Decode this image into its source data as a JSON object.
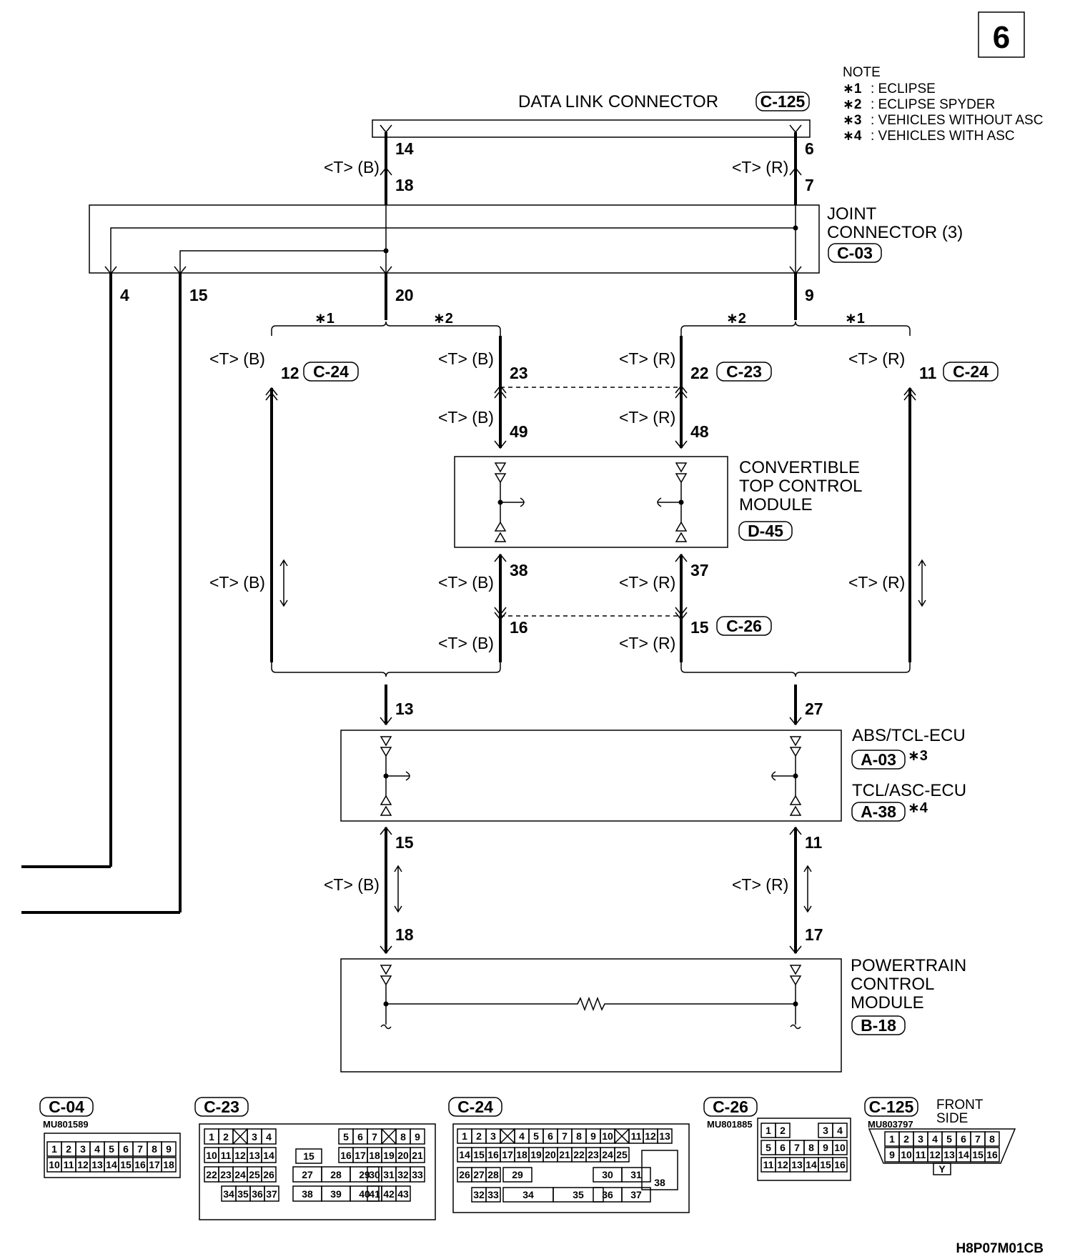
{
  "page_number": "6",
  "note": {
    "title": "NOTE",
    "items": [
      {
        "mark": "∗1",
        "text": ": ECLIPSE"
      },
      {
        "mark": "∗2",
        "text": ": ECLIPSE SPYDER"
      },
      {
        "mark": "∗3",
        "text": ": VEHICLES WITHOUT ASC"
      },
      {
        "mark": "∗4",
        "text": ": VEHICLES WITH ASC"
      }
    ]
  },
  "components": {
    "dlc": {
      "name": "DATA LINK CONNECTOR",
      "code": "C-125"
    },
    "joint": {
      "name_line1": "JOINT",
      "name_line2": "CONNECTOR (3)",
      "code": "C-03"
    },
    "ctcm": {
      "name_line1": "CONVERTIBLE",
      "name_line2": "TOP CONTROL",
      "name_line3": "MODULE",
      "code": "D-45"
    },
    "abs": {
      "name": "ABS/TCL-ECU",
      "code": "A-03",
      "mark": "∗3"
    },
    "tcl": {
      "name": "TCL/ASC-ECU",
      "code": "A-38",
      "mark": "∗4"
    },
    "pcm": {
      "name_line1": "POWERTRAIN",
      "name_line2": "CONTROL",
      "name_line3": "MODULE",
      "code": "B-18"
    }
  },
  "wire_labels": {
    "left": "<T> (B)",
    "right": "<T> (R)"
  },
  "marks": {
    "m1": "∗1",
    "m2": "∗2"
  },
  "pins": {
    "dlc_left": "14",
    "dlc_right": "6",
    "jc_in_left": "18",
    "jc_in_right": "7",
    "jc_out_4": "4",
    "jc_out_15": "15",
    "jc_out_20": "20",
    "jc_out_9": "9",
    "c24_left": "12",
    "c24_left_code": "C-24",
    "c23_left": "23",
    "c23_right": "22",
    "c23_code": "C-23",
    "c24_right": "11",
    "c24_right_code": "C-24",
    "d45_top_left": "49",
    "d45_top_right": "48",
    "d45_bot_left": "38",
    "d45_bot_right": "37",
    "c26_left": "16",
    "c26_right": "15",
    "c26_code": "C-26",
    "abs_top_left": "13",
    "abs_top_right": "27",
    "abs_bot_left": "15",
    "abs_bot_right": "11",
    "pcm_left": "18",
    "pcm_right": "17"
  },
  "connector_views": {
    "c04": {
      "code": "C-04",
      "part": "MU801589",
      "row1": [
        "1",
        "2",
        "3",
        "4",
        "5",
        "6",
        "7",
        "8",
        "9"
      ],
      "row2": [
        "10",
        "11",
        "12",
        "13",
        "14",
        "15",
        "16",
        "17",
        "18"
      ]
    },
    "c23": {
      "code": "C-23",
      "row1a": [
        "1",
        "2",
        "",
        "3",
        "4"
      ],
      "row1b": [
        "5",
        "6",
        "7",
        "",
        "8",
        "9"
      ],
      "row2a": [
        "10",
        "11",
        "12",
        "13",
        "14"
      ],
      "row2m": "15",
      "row2b": [
        "16",
        "17",
        "18",
        "19",
        "20",
        "21"
      ],
      "row3a": [
        "22",
        "23",
        "24",
        "25",
        "26"
      ],
      "row3m": [
        "27",
        "28",
        "29"
      ],
      "row3b": [
        "30",
        "31",
        "32",
        "33"
      ],
      "row4a": [
        "34",
        "35",
        "36",
        "37"
      ],
      "row4m": [
        "38",
        "39",
        "40"
      ],
      "row4b": [
        "41",
        "42",
        "43"
      ]
    },
    "c24": {
      "code": "C-24",
      "row1": [
        "1",
        "2",
        "3",
        "",
        "4",
        "5",
        "6",
        "7",
        "8",
        "9",
        "10",
        "",
        "11",
        "12",
        "13"
      ],
      "row2": [
        "14",
        "15",
        "16",
        "17",
        "18",
        "19",
        "20",
        "21",
        "22",
        "23",
        "24",
        "25"
      ],
      "row3": [
        "26",
        "27",
        "28",
        "29",
        "30",
        "31"
      ],
      "row4": [
        "32",
        "33",
        "34",
        "35",
        "36",
        "37"
      ],
      "big": "38"
    },
    "c26": {
      "code": "C-26",
      "part": "MU801885",
      "row1": [
        "1",
        "2",
        "3",
        "4"
      ],
      "row2": [
        "5",
        "6",
        "7",
        "8",
        "9",
        "10"
      ],
      "row3": [
        "11",
        "12",
        "13",
        "14",
        "15",
        "16"
      ]
    },
    "c125": {
      "code": "C-125",
      "part": "MU803797",
      "side_line1": "FRONT",
      "side_line2": "SIDE",
      "row1": [
        "1",
        "2",
        "3",
        "4",
        "5",
        "6",
        "7",
        "8"
      ],
      "row2": [
        "9",
        "10",
        "11",
        "12",
        "13",
        "14",
        "15",
        "16"
      ],
      "key": "Y"
    }
  },
  "figure_code": "H8P07M01CB"
}
